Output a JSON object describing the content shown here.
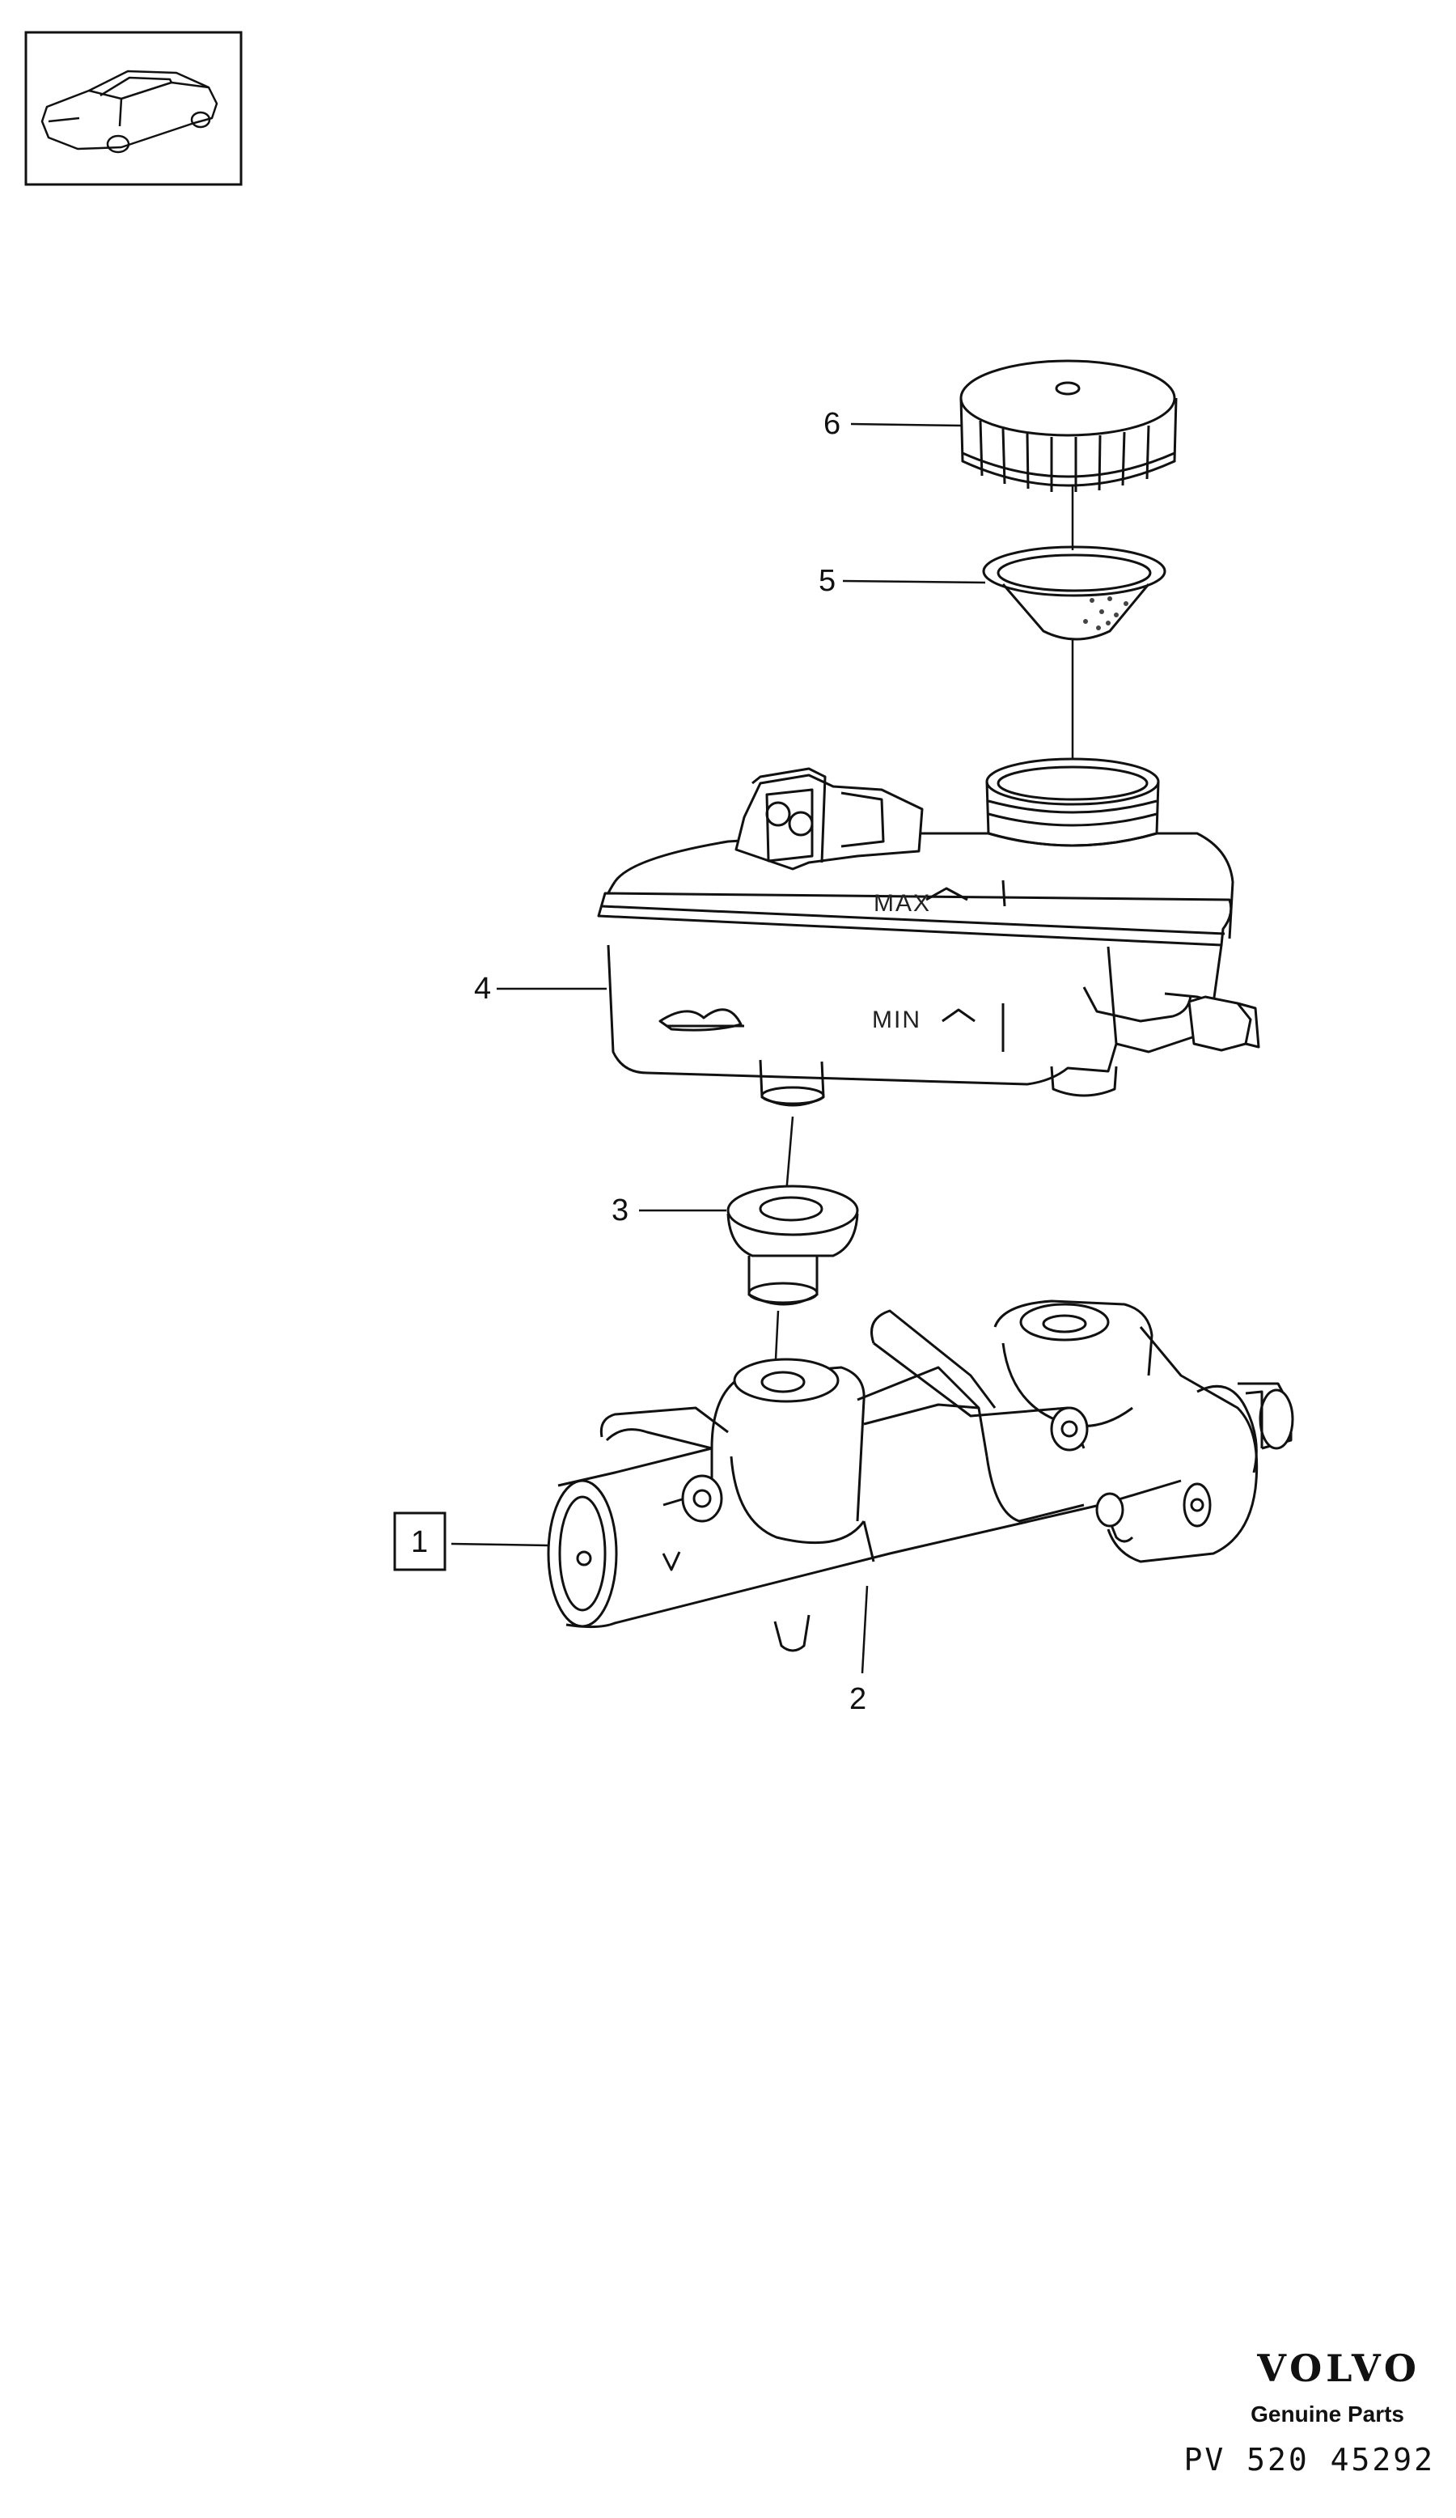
{
  "callouts": {
    "part_1": "1",
    "part_2": "2",
    "part_3": "3",
    "part_4": "4",
    "part_5": "5",
    "part_6": "6"
  },
  "reservoir_marks": {
    "max": "MAX",
    "min": "MIN"
  },
  "footer": {
    "brand": "VOLVO",
    "subtitle": "Genuine Parts",
    "code": "PV 520 45292"
  },
  "colors": {
    "ink": "#111111",
    "background": "#ffffff"
  }
}
